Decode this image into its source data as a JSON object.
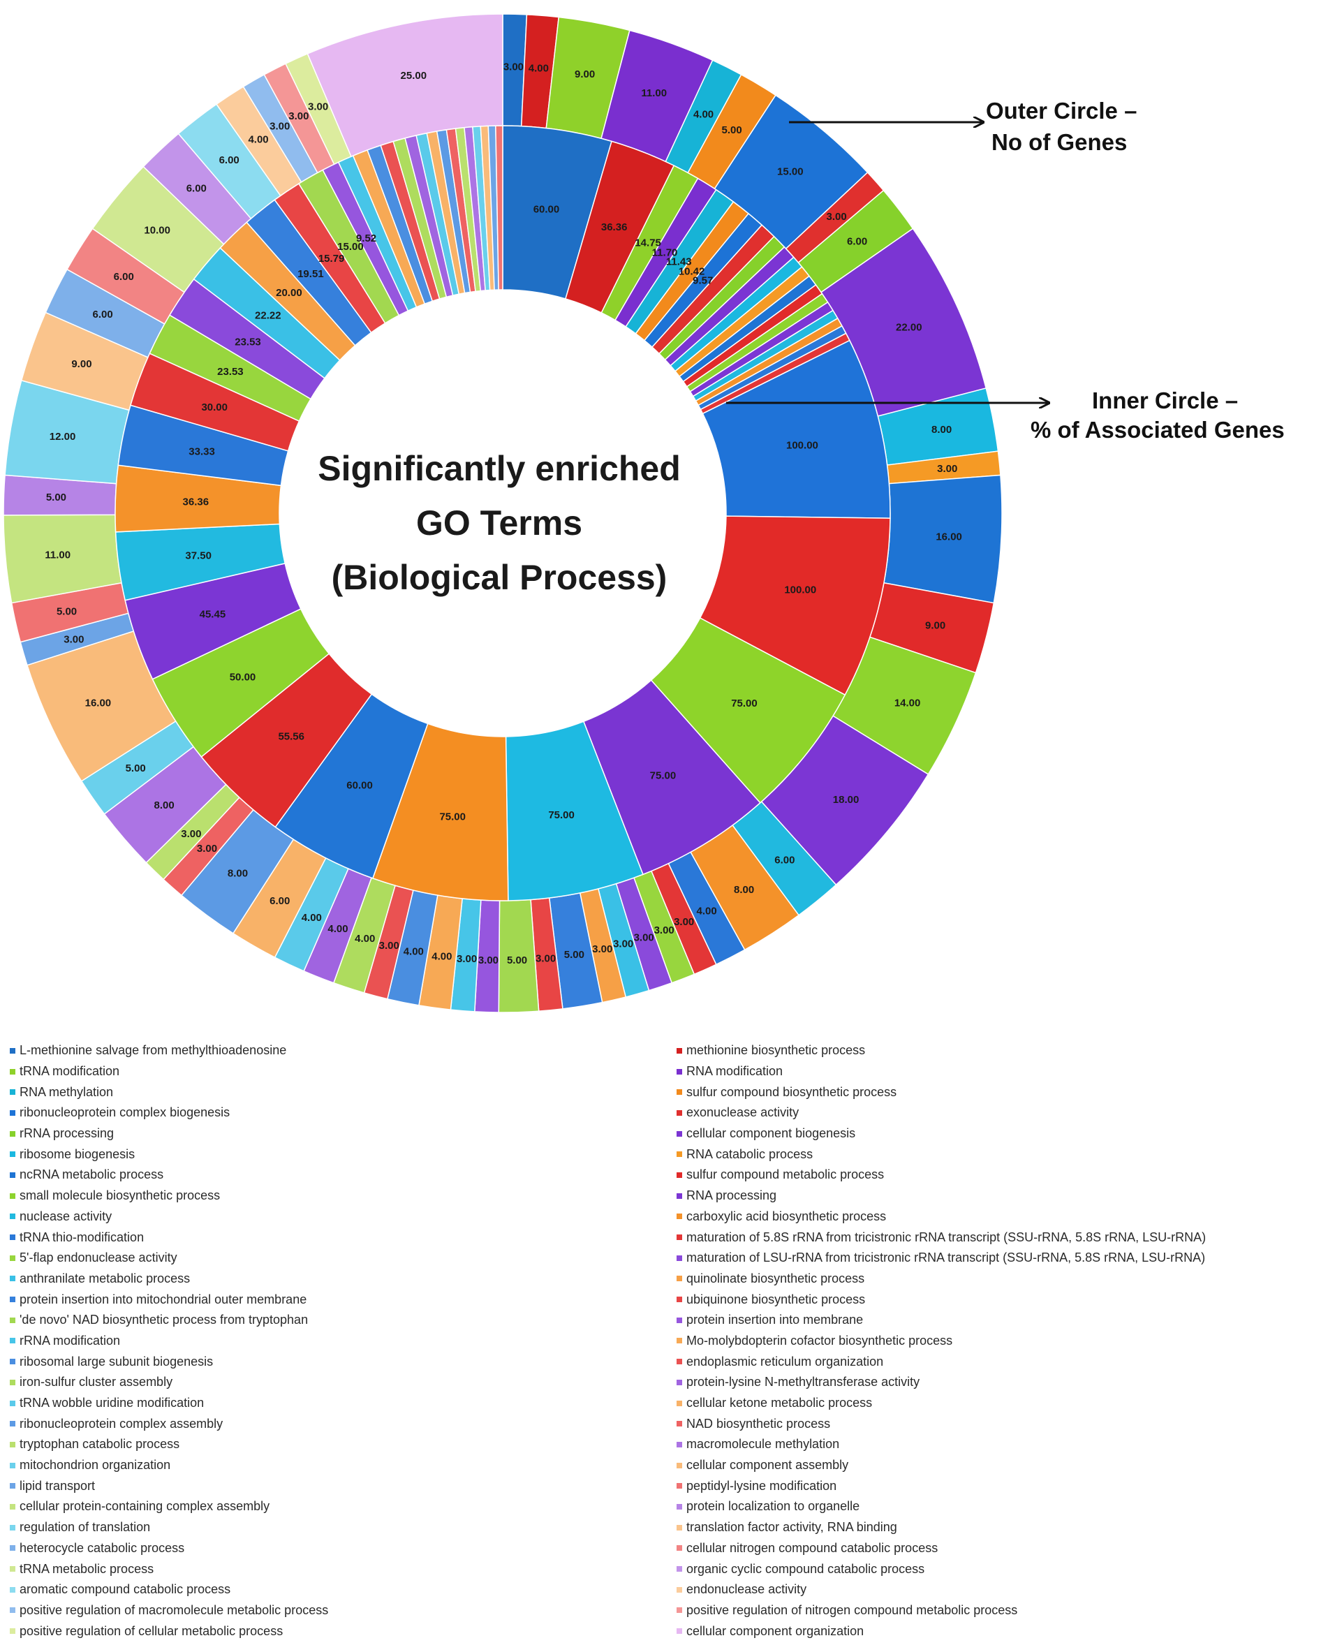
{
  "chart_data": {
    "type": "pie",
    "subtype": "double-donut",
    "center_title": [
      "Significantly enriched",
      "GO Terms",
      "(Biological Process)"
    ],
    "annotations": {
      "outer": [
        "Outer Circle –",
        "No of Genes"
      ],
      "inner": [
        "Inner Circle –",
        "% of Associated Genes"
      ]
    },
    "outer_ring": {
      "values": [
        3.0,
        4.0,
        9.0,
        11.0,
        4.0,
        5.0,
        15.0,
        3.0,
        6.0,
        22.0,
        8.0,
        3.0,
        16.0,
        9.0,
        14.0,
        18.0,
        6.0,
        8.0,
        4.0,
        3.0,
        3.0,
        3.0,
        3.0,
        3.0,
        5.0,
        3.0,
        5.0,
        3.0,
        3.0,
        4.0,
        4.0,
        3.0,
        4.0,
        4.0,
        4.0,
        6.0,
        8.0,
        3.0,
        3.0,
        8.0,
        5.0,
        16.0,
        3.0,
        5.0,
        11.0,
        5.0,
        12.0,
        9.0,
        6.0,
        6.0,
        10.0,
        6.0,
        6.0,
        4.0,
        3.0,
        3.0,
        3.0,
        25.0
      ],
      "colors": [
        "#1f6fc5",
        "#d42020",
        "#8fd12a",
        "#7a2fcf",
        "#17b3d6",
        "#f28a1c",
        "#1d73d6",
        "#e0302e",
        "#86d12b",
        "#7b35d3",
        "#1ab8e0",
        "#f59a25",
        "#1e74d4",
        "#e12a2a",
        "#8ed42e",
        "#7c36d4",
        "#21b9df",
        "#f4922a",
        "#2a78d8",
        "#e33636",
        "#98d63e",
        "#8a4adb",
        "#3ac0e6",
        "#f6a046",
        "#3680dc",
        "#e84545",
        "#a2d850",
        "#9656de",
        "#47c5e8",
        "#f7a955",
        "#4a8ee0",
        "#ea5252",
        "#aedc5e",
        "#a064e0",
        "#5acaea",
        "#f8b268",
        "#5c9ae4",
        "#ee6262",
        "#bae06e",
        "#ac74e4",
        "#6ad0ec",
        "#f9bb7a",
        "#6ca4e6",
        "#f07272",
        "#c4e480",
        "#b684e6",
        "#7ad6ee",
        "#fac48c",
        "#7eb0ea",
        "#f28484",
        "#d0e892",
        "#c294ea",
        "#8cdcf0",
        "#fbcc9c",
        "#90bcee",
        "#f49696",
        "#dcec9e",
        "#e6b8f2"
      ]
    },
    "inner_ring": {
      "values": [
        60.0,
        36.36,
        14.75,
        11.7,
        11.43,
        10.42,
        9.57,
        9.09,
        8.0,
        7.5,
        6.9,
        6.38,
        6.0,
        5.88,
        5.56,
        5.26,
        5.0,
        4.76,
        4.55,
        4.35,
        100.0,
        100.0,
        75.0,
        75.0,
        75.0,
        75.0,
        60.0,
        55.56,
        50.0,
        45.45,
        37.5,
        36.36,
        33.33,
        30.0,
        23.53,
        23.53,
        22.22,
        20.0,
        19.51,
        15.79,
        15.0,
        9.52,
        8.7,
        8.33,
        7.69,
        7.14,
        6.67,
        6.25,
        5.88,
        5.56,
        5.26,
        5.0,
        4.76,
        4.55,
        4.35,
        4.17,
        4.0,
        3.85
      ],
      "labels": [
        "60.00",
        "36.36",
        "14.75",
        "11.70",
        "11.43",
        "10.42",
        "9.57",
        "",
        "",
        "",
        "",
        "",
        "",
        "",
        "",
        "",
        "",
        "",
        "",
        "",
        "100.00",
        "100.00",
        "75.00",
        "75.00",
        "75.00",
        "75.00",
        "60.00",
        "55.56",
        "50.00",
        "45.45",
        "37.50",
        "36.36",
        "33.33",
        "30.00",
        "23.53",
        "23.53",
        "22.22",
        "20.00",
        "19.51",
        "15.79",
        "15.00",
        "9.52",
        "",
        "",
        "",
        "",
        "",
        "",
        "",
        "",
        "",
        "",
        "",
        "",
        "",
        "",
        "",
        ""
      ],
      "colors": [
        "#1f6fc5",
        "#d42020",
        "#8fd12a",
        "#7a2fcf",
        "#17b3d6",
        "#f28a1c",
        "#1d73d6",
        "#e0302e",
        "#86d12b",
        "#7b35d3",
        "#1ab8e0",
        "#f59a25",
        "#1e74d4",
        "#e12a2a",
        "#8ed42e",
        "#7c36d4",
        "#21b9df",
        "#f4922a",
        "#2a78d8",
        "#e33636",
        "#1f73d8",
        "#e22a28",
        "#8ed42a",
        "#7a35d2",
        "#1ebae2",
        "#f48e22",
        "#2276d6",
        "#e02c2c",
        "#8ed42e",
        "#7b36d4",
        "#22bae0",
        "#f4922a",
        "#2a78d8",
        "#e33636",
        "#98d63e",
        "#8a4adb",
        "#3ac0e6",
        "#f6a046",
        "#3680dc",
        "#e84545",
        "#a2d850",
        "#9656de",
        "#47c5e8",
        "#f7a955",
        "#4a8ee0",
        "#ea5252",
        "#aedc5e",
        "#a064e0",
        "#5acaea",
        "#f8b268",
        "#5c9ae4",
        "#ee6262",
        "#bae06e",
        "#ac74e4",
        "#6ad0ec",
        "#f9bb7a",
        "#6ca4e6",
        "#f07272"
      ]
    },
    "legend": {
      "left": [
        {
          "label": "L-methionine salvage from methylthioadenosine",
          "color": "#1f6fc5"
        },
        {
          "label": "tRNA modification",
          "color": "#8fd12a"
        },
        {
          "label": "RNA methylation",
          "color": "#17b3d6"
        },
        {
          "label": "ribonucleoprotein complex biogenesis",
          "color": "#1d73d6"
        },
        {
          "label": "rRNA processing",
          "color": "#86d12b"
        },
        {
          "label": "ribosome biogenesis",
          "color": "#1ab8e0"
        },
        {
          "label": "ncRNA metabolic process",
          "color": "#1e74d4"
        },
        {
          "label": "small molecule biosynthetic process",
          "color": "#8ed42e"
        },
        {
          "label": "nuclease activity",
          "color": "#21b9df"
        },
        {
          "label": "tRNA thio-modification",
          "color": "#2a78d8"
        },
        {
          "label": "5'-flap endonuclease activity",
          "color": "#98d63e"
        },
        {
          "label": "anthranilate metabolic process",
          "color": "#3ac0e6"
        },
        {
          "label": "protein insertion into mitochondrial outer membrane",
          "color": "#3680dc"
        },
        {
          "label": "'de novo' NAD biosynthetic process from tryptophan",
          "color": "#a2d850"
        },
        {
          "label": "rRNA modification",
          "color": "#47c5e8"
        },
        {
          "label": "ribosomal large subunit biogenesis",
          "color": "#4a8ee0"
        },
        {
          "label": "iron-sulfur cluster assembly",
          "color": "#aedc5e"
        },
        {
          "label": "tRNA wobble uridine modification",
          "color": "#5acaea"
        },
        {
          "label": "ribonucleoprotein complex assembly",
          "color": "#5c9ae4"
        },
        {
          "label": "tryptophan catabolic process",
          "color": "#bae06e"
        },
        {
          "label": "mitochondrion organization",
          "color": "#6ad0ec"
        },
        {
          "label": "lipid transport",
          "color": "#6ca4e6"
        },
        {
          "label": "cellular protein-containing complex assembly",
          "color": "#c4e480"
        },
        {
          "label": "regulation of translation",
          "color": "#7ad6ee"
        },
        {
          "label": "heterocycle catabolic process",
          "color": "#7eb0ea"
        },
        {
          "label": "tRNA metabolic process",
          "color": "#d0e892"
        },
        {
          "label": "aromatic compound catabolic process",
          "color": "#8cdcf0"
        },
        {
          "label": "positive regulation of macromolecule metabolic process",
          "color": "#90bcee"
        },
        {
          "label": "positive regulation of cellular metabolic process",
          "color": "#dcec9e"
        }
      ],
      "right": [
        {
          "label": "methionine biosynthetic process",
          "color": "#d42020"
        },
        {
          "label": "RNA modification",
          "color": "#7a2fcf"
        },
        {
          "label": "sulfur compound biosynthetic process",
          "color": "#f28a1c"
        },
        {
          "label": "exonuclease activity",
          "color": "#e0302e"
        },
        {
          "label": "cellular component biogenesis",
          "color": "#7b35d3"
        },
        {
          "label": "RNA catabolic process",
          "color": "#f59a25"
        },
        {
          "label": "sulfur compound metabolic process",
          "color": "#e12a2a"
        },
        {
          "label": "RNA processing",
          "color": "#7c36d4"
        },
        {
          "label": "carboxylic acid biosynthetic process",
          "color": "#f4922a"
        },
        {
          "label": "maturation of 5.8S rRNA from tricistronic rRNA transcript (SSU-rRNA, 5.8S rRNA, LSU-rRNA)",
          "color": "#e33636"
        },
        {
          "label": "maturation of LSU-rRNA from tricistronic rRNA transcript (SSU-rRNA, 5.8S rRNA, LSU-rRNA)",
          "color": "#8a4adb"
        },
        {
          "label": "quinolinate biosynthetic process",
          "color": "#f6a046"
        },
        {
          "label": "ubiquinone biosynthetic process",
          "color": "#e84545"
        },
        {
          "label": "protein insertion into membrane",
          "color": "#9656de"
        },
        {
          "label": "Mo-molybdopterin cofactor biosynthetic process",
          "color": "#f7a955"
        },
        {
          "label": "endoplasmic reticulum organization",
          "color": "#ea5252"
        },
        {
          "label": "protein-lysine N-methyltransferase activity",
          "color": "#a064e0"
        },
        {
          "label": "cellular ketone metabolic process",
          "color": "#f8b268"
        },
        {
          "label": "NAD biosynthetic process",
          "color": "#ee6262"
        },
        {
          "label": "macromolecule methylation",
          "color": "#ac74e4"
        },
        {
          "label": "cellular component assembly",
          "color": "#f9bb7a"
        },
        {
          "label": "peptidyl-lysine modification",
          "color": "#f07272"
        },
        {
          "label": "protein localization to organelle",
          "color": "#b684e6"
        },
        {
          "label": "translation factor activity, RNA binding",
          "color": "#fac48c"
        },
        {
          "label": "cellular nitrogen compound catabolic process",
          "color": "#f28484"
        },
        {
          "label": "organic cyclic compound catabolic process",
          "color": "#c294ea"
        },
        {
          "label": "endonuclease activity",
          "color": "#fbcc9c"
        },
        {
          "label": "positive regulation of nitrogen compound metabolic process",
          "color": "#f49696"
        },
        {
          "label": "cellular component organization",
          "color": "#e6b8f2"
        }
      ]
    }
  }
}
